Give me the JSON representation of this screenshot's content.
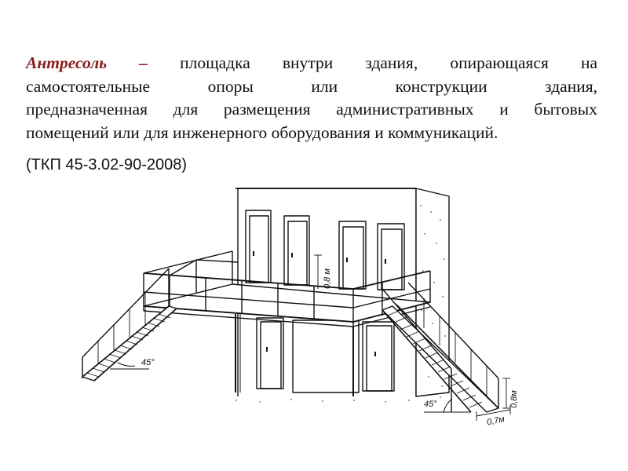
{
  "definition": {
    "term": "Антресоль",
    "dash": "–",
    "line1_rest": "площадка внутри здания, опирающаяся на",
    "line2": "самостоятельные опоры или конструкции здания,",
    "line3": "предназначенная для размещения административных и бытовых",
    "line4": "помещений или для инженерного оборудования и коммуникаций.",
    "reference": "(ТКП 45-3.02-90-2008)"
  },
  "drawing": {
    "labels": {
      "angle_left": "45°",
      "angle_right": "45°",
      "railing_height_center": "0,8 м",
      "railing_height_right": "0,8м",
      "stair_width": "0,7м"
    }
  },
  "colors": {
    "term": "#8b1a1a",
    "text": "#111111"
  }
}
